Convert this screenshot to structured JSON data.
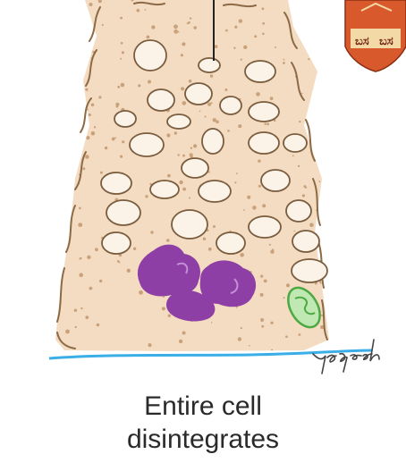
{
  "caption": {
    "line1": "Entire cell",
    "line2": "disintegrates"
  },
  "signature": "yogesh",
  "colors": {
    "cytoplasm": "#f4dcc2",
    "cell_outline": "#8c6a46",
    "granule": "#c9a27c",
    "vacuole_fill": "#fbf3e8",
    "vacuole_outline": "#7a5c3e",
    "nucleus_fragment": "#8e3fa6",
    "mitochondrion": "#7ecf72",
    "basement_membrane": "#3aaee6",
    "emblem": "#d85a2c",
    "caption_text": "#2a2a2a"
  },
  "icons": [
    "university-emblem"
  ]
}
